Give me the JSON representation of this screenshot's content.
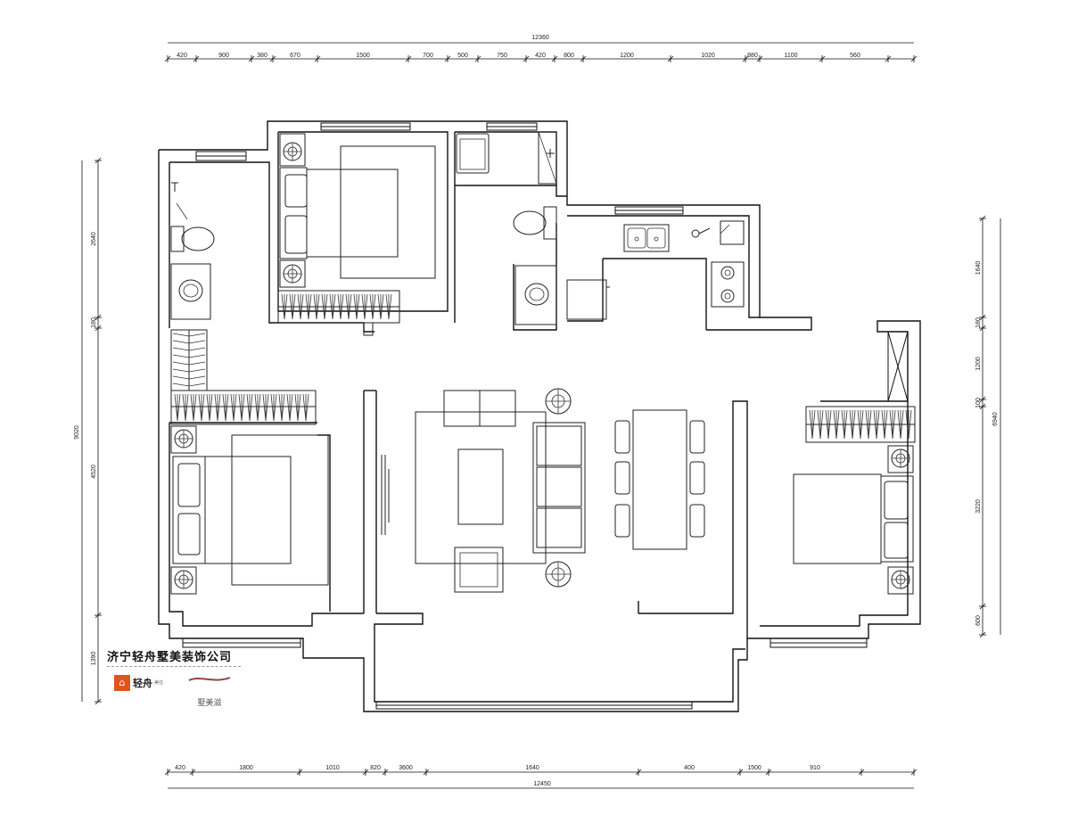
{
  "company": {
    "name": "济宁轻舟墅美装饰公司",
    "logo_a_text": "轻舟",
    "logo_a_sub": "美住",
    "logo_b_text": "墅美滋"
  },
  "dimensions": {
    "top_total": "12360",
    "top_segments": [
      "420",
      "900",
      "380",
      "670",
      "1500",
      "700",
      "500",
      "750",
      "420",
      "800",
      "1200",
      "1020",
      "880",
      "1100",
      "560"
    ],
    "bottom_total": "12450",
    "bottom_segments": [
      "420",
      "1800",
      "1010",
      "820",
      "3600",
      "1640",
      "400",
      "1500",
      "910"
    ],
    "left_total": "9020",
    "left_segments": [
      "2640",
      "180",
      "4520",
      "1390"
    ],
    "right_total": "6940",
    "right_segments": [
      "1640",
      "180",
      "1200",
      "100",
      "3220",
      "600"
    ]
  },
  "colors": {
    "line": "#111111",
    "logo_orange": "#e1541c"
  }
}
